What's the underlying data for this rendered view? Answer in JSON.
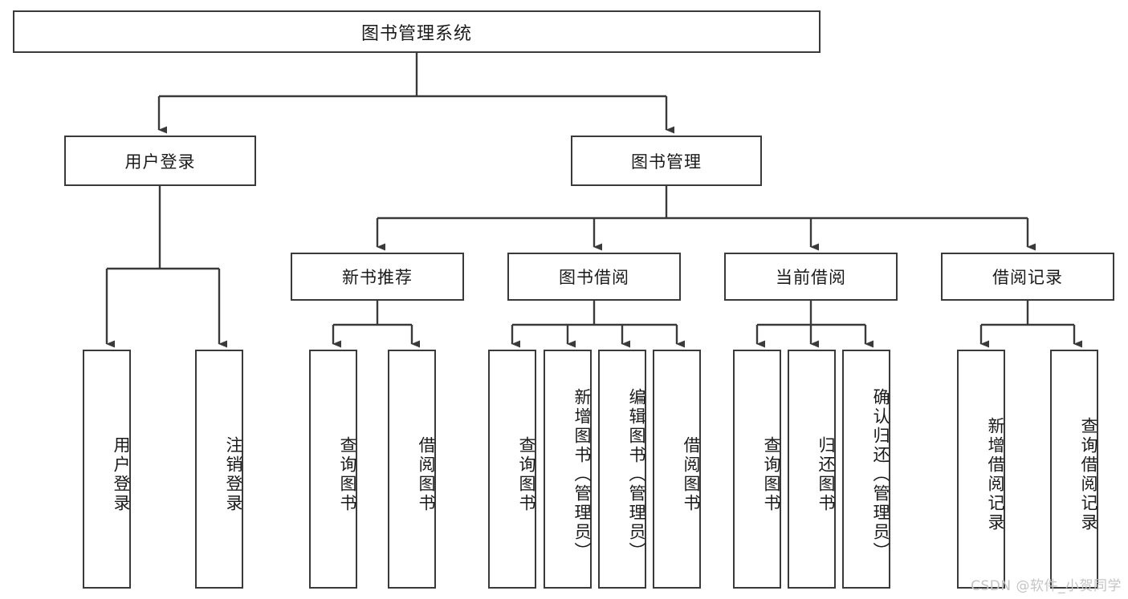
{
  "diagram": {
    "title": "图书管理系统",
    "type": "功能结构图",
    "stroke_color": "#3a3a3a",
    "fill_color": "#ffffff",
    "text_color": "#1a1a1a"
  },
  "root": {
    "label": "图书管理系统"
  },
  "level2": [
    {
      "label": "用户登录"
    },
    {
      "label": "图书管理"
    }
  ],
  "level3": [
    {
      "label": "新书推荐"
    },
    {
      "label": "图书借阅"
    },
    {
      "label": "当前借阅"
    },
    {
      "label": "借阅记录"
    }
  ],
  "leaves": {
    "user_login": [
      {
        "label": "用户登录"
      },
      {
        "label": "注销登录"
      }
    ],
    "new_book": [
      {
        "label": "查询图书"
      },
      {
        "label": "借阅图书"
      }
    ],
    "book_borrow": [
      {
        "label": "查询图书"
      },
      {
        "label": "新增图书（管理员）"
      },
      {
        "label": "编辑图书（管理员）"
      },
      {
        "label": "借阅图书"
      }
    ],
    "current_borrow": [
      {
        "label": "查询图书"
      },
      {
        "label": "归还图书"
      },
      {
        "label": "确认归还（管理员）"
      }
    ],
    "borrow_record": [
      {
        "label": "新增借阅记录"
      },
      {
        "label": "查询借阅记录"
      }
    ]
  },
  "watermark": {
    "text": "CSDN @软件_小贺同学"
  }
}
